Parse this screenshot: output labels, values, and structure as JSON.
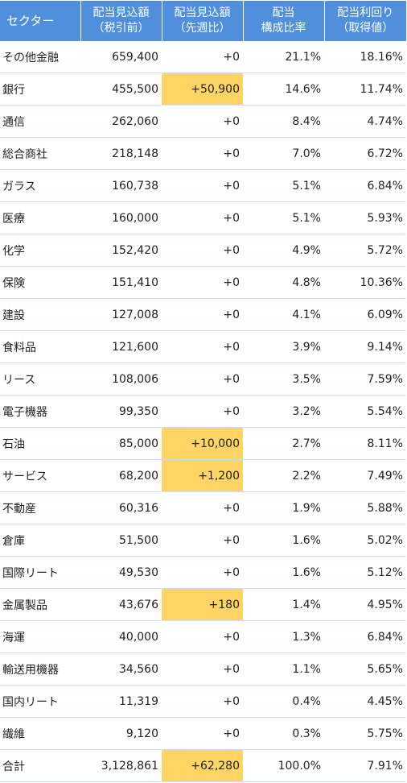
{
  "header": {
    "sector": "セクター",
    "col1_line1": "配当見込額",
    "col1_line2": "（税引前）",
    "col2_line1": "配当見込額",
    "col2_line2": "（先週比）",
    "col3_line1": "配当",
    "col3_line2": "構成比率",
    "col4_line1": "配当利回り",
    "col4_line2": "（取得値）"
  },
  "colors": {
    "header_bg": "#4f8fdc",
    "highlight": "#fed564",
    "row_border": "#c9e1ef"
  },
  "rows": [
    {
      "sector": "その他金融",
      "amount": "659,400",
      "change": "+0",
      "ratio": "21.1%",
      "yield": "18.16%",
      "highlight": false
    },
    {
      "sector": "銀行",
      "amount": "455,500",
      "change": "+50,900",
      "ratio": "14.6%",
      "yield": "11.74%",
      "highlight": true
    },
    {
      "sector": "通信",
      "amount": "262,060",
      "change": "+0",
      "ratio": "8.4%",
      "yield": "4.74%",
      "highlight": false
    },
    {
      "sector": "総合商社",
      "amount": "218,148",
      "change": "+0",
      "ratio": "7.0%",
      "yield": "6.72%",
      "highlight": false
    },
    {
      "sector": "ガラス",
      "amount": "160,738",
      "change": "+0",
      "ratio": "5.1%",
      "yield": "6.84%",
      "highlight": false
    },
    {
      "sector": "医療",
      "amount": "160,000",
      "change": "+0",
      "ratio": "5.1%",
      "yield": "5.93%",
      "highlight": false
    },
    {
      "sector": "化学",
      "amount": "152,420",
      "change": "+0",
      "ratio": "4.9%",
      "yield": "5.72%",
      "highlight": false
    },
    {
      "sector": "保険",
      "amount": "151,410",
      "change": "+0",
      "ratio": "4.8%",
      "yield": "10.36%",
      "highlight": false
    },
    {
      "sector": "建設",
      "amount": "127,008",
      "change": "+0",
      "ratio": "4.1%",
      "yield": "6.09%",
      "highlight": false
    },
    {
      "sector": "食料品",
      "amount": "121,600",
      "change": "+0",
      "ratio": "3.9%",
      "yield": "9.14%",
      "highlight": false
    },
    {
      "sector": "リース",
      "amount": "108,006",
      "change": "+0",
      "ratio": "3.5%",
      "yield": "7.59%",
      "highlight": false
    },
    {
      "sector": "電子機器",
      "amount": "99,350",
      "change": "+0",
      "ratio": "3.2%",
      "yield": "5.54%",
      "highlight": false
    },
    {
      "sector": "石油",
      "amount": "85,000",
      "change": "+10,000",
      "ratio": "2.7%",
      "yield": "8.11%",
      "highlight": true
    },
    {
      "sector": "サービス",
      "amount": "68,200",
      "change": "+1,200",
      "ratio": "2.2%",
      "yield": "7.49%",
      "highlight": true
    },
    {
      "sector": "不動産",
      "amount": "60,316",
      "change": "+0",
      "ratio": "1.9%",
      "yield": "5.88%",
      "highlight": false
    },
    {
      "sector": "倉庫",
      "amount": "51,500",
      "change": "+0",
      "ratio": "1.6%",
      "yield": "5.02%",
      "highlight": false
    },
    {
      "sector": "国際リート",
      "amount": "49,530",
      "change": "+0",
      "ratio": "1.6%",
      "yield": "5.12%",
      "highlight": false
    },
    {
      "sector": "金属製品",
      "amount": "43,676",
      "change": "+180",
      "ratio": "1.4%",
      "yield": "4.95%",
      "highlight": true
    },
    {
      "sector": "海運",
      "amount": "40,000",
      "change": "+0",
      "ratio": "1.3%",
      "yield": "6.84%",
      "highlight": false
    },
    {
      "sector": "輸送用機器",
      "amount": "34,560",
      "change": "+0",
      "ratio": "1.1%",
      "yield": "5.65%",
      "highlight": false
    },
    {
      "sector": "国内リート",
      "amount": "11,319",
      "change": "+0",
      "ratio": "0.4%",
      "yield": "4.45%",
      "highlight": false
    },
    {
      "sector": "繊維",
      "amount": "9,120",
      "change": "+0",
      "ratio": "0.3%",
      "yield": "5.75%",
      "highlight": false
    },
    {
      "sector": "合計",
      "amount": "3,128,861",
      "change": "+62,280",
      "ratio": "100.0%",
      "yield": "7.91%",
      "highlight": true
    }
  ]
}
